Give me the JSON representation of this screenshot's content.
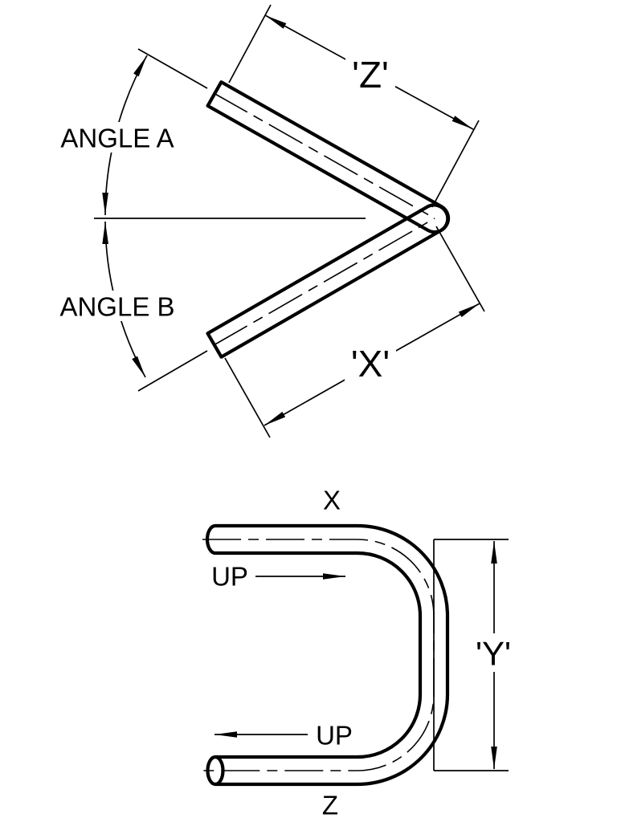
{
  "drawing": {
    "colors": {
      "line": "#000000",
      "background": "#ffffff"
    },
    "profile_view": {
      "angle_a_label": "ANGLE A",
      "angle_b_label": "ANGLE B",
      "dim_z_label": "'Z'",
      "dim_x_label": "'X'"
    },
    "plan_view": {
      "leg_x_label": "X",
      "leg_z_label": "Z",
      "up_top_label": "UP",
      "up_bottom_label": "UP",
      "dim_y_label": "'Y'"
    }
  }
}
